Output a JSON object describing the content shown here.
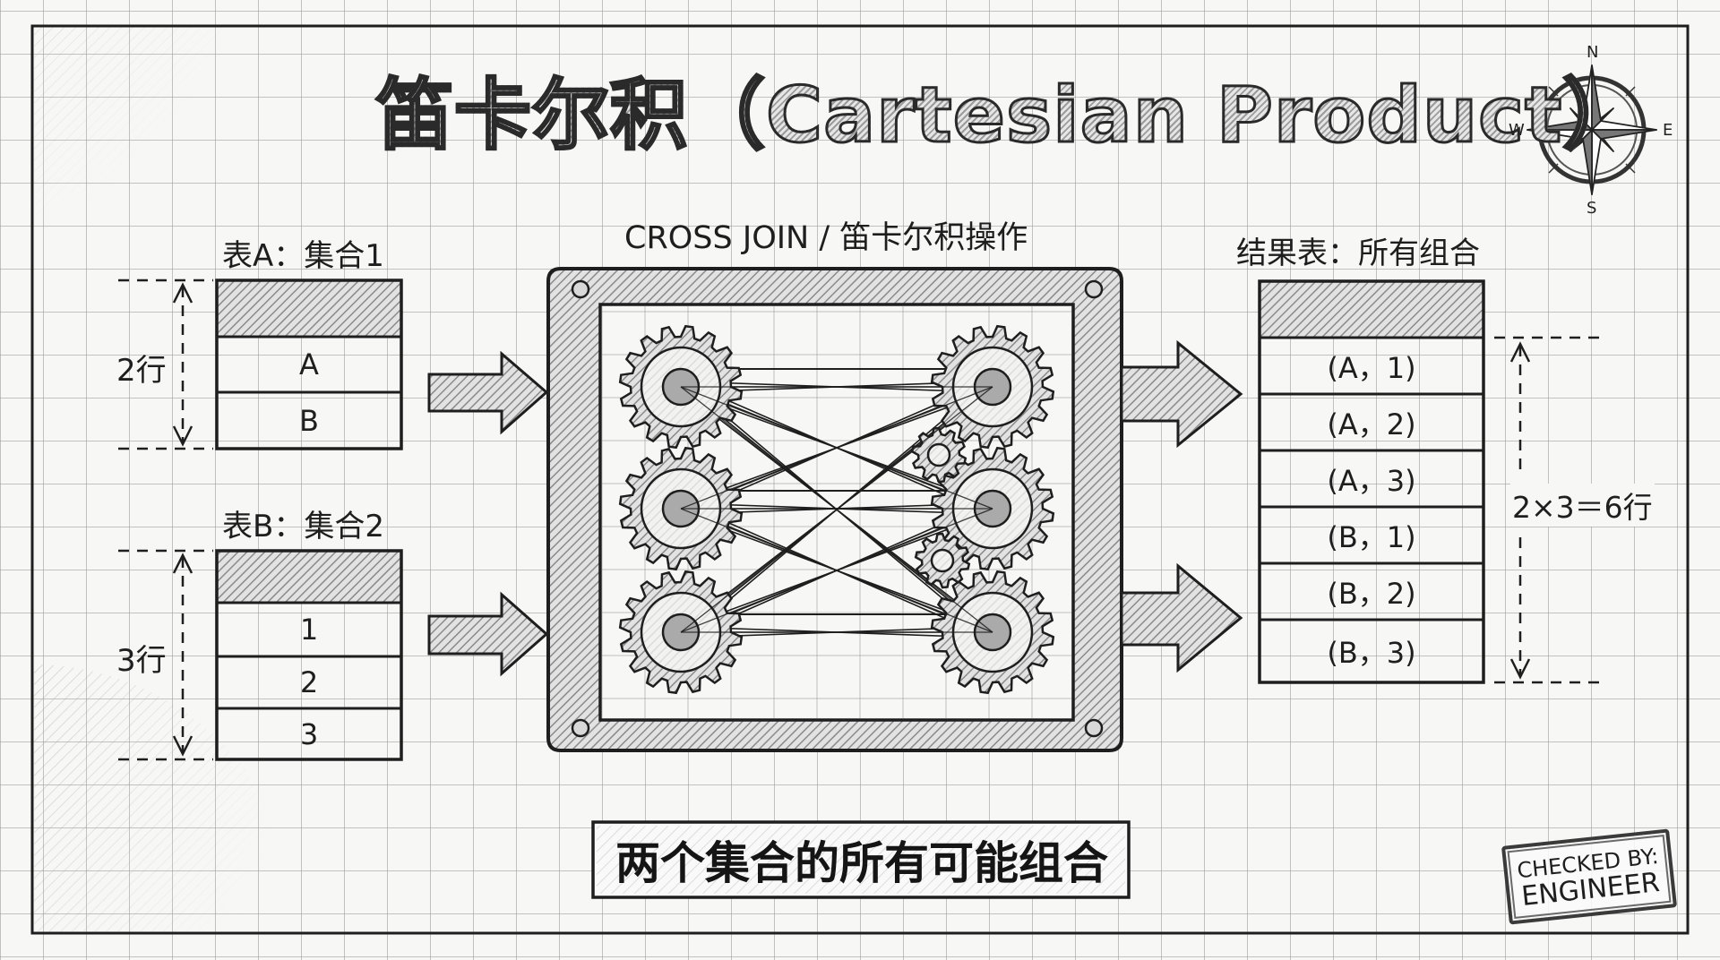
{
  "title": "笛卡尔积（Cartesian Product）",
  "table_a": {
    "caption": "表A：集合1",
    "row_count_label": "2行",
    "rows": [
      "A",
      "B"
    ]
  },
  "table_b": {
    "caption": "表B：集合2",
    "row_count_label": "3行",
    "rows": [
      "1",
      "2",
      "3"
    ]
  },
  "operation": {
    "caption": "CROSS JOIN / 笛卡尔积操作",
    "left_gears": 3,
    "right_gears": 3
  },
  "result_table": {
    "caption": "结果表：所有组合",
    "rows": [
      "(A，1)",
      "(A，2)",
      "(A，3)",
      "(B，1)",
      "(B，2)",
      "(B，3)"
    ],
    "row_count_label": "2×3＝6行"
  },
  "summary": "两个集合的所有可能组合",
  "compass": {
    "n": "N",
    "e": "E",
    "s": "S",
    "w": "W"
  },
  "stamp": {
    "line1": "CHECKED BY:",
    "line2": "ENGINEER"
  },
  "colors": {
    "ink": "#1e1e1e",
    "paper": "#f7f7f6",
    "grid": "#969696",
    "hatch": "#9a9a9a"
  }
}
